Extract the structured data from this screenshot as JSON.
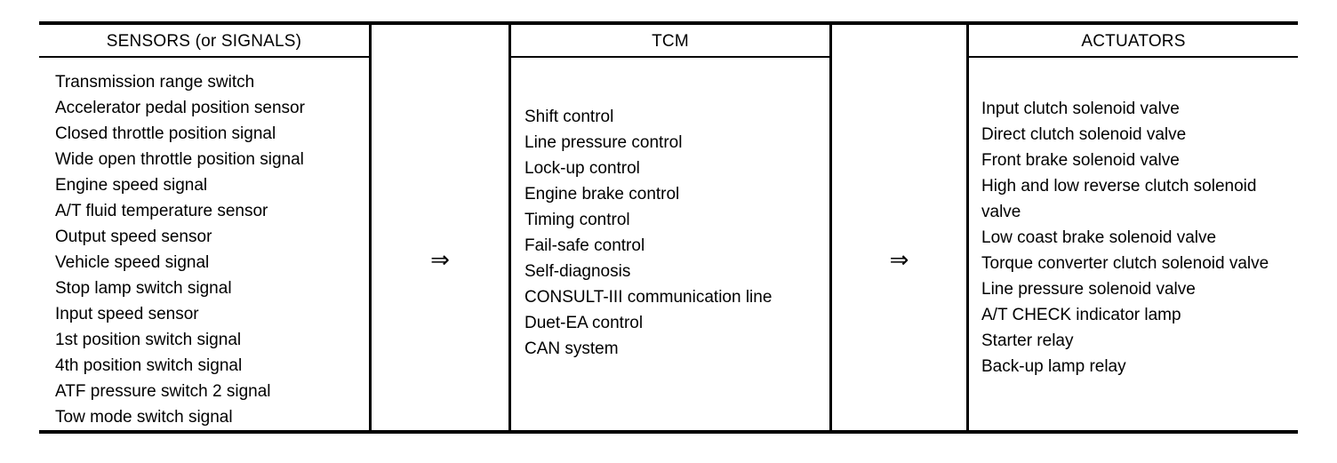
{
  "diagram": {
    "columns": {
      "sensors": {
        "header": "SENSORS (or SIGNALS)",
        "entries": [
          "Transmission range switch",
          "Accelerator pedal position sensor",
          "Closed throttle position signal",
          "Wide open throttle position signal",
          "Engine speed signal",
          "A/T fluid temperature sensor",
          "Output speed sensor",
          "Vehicle speed signal",
          "Stop lamp switch signal",
          "Input speed sensor",
          "1st position switch signal",
          "4th position switch signal",
          "ATF pressure switch 2 signal",
          "Tow mode switch signal"
        ]
      },
      "tcm": {
        "header": "TCM",
        "entries": [
          "Shift control",
          "Line pressure control",
          "Lock-up control",
          "Engine brake control",
          "Timing control",
          "Fail-safe control",
          "Self-diagnosis",
          "CONSULT-III communication line",
          "Duet-EA control",
          "CAN system"
        ]
      },
      "actuators": {
        "header": "ACTUATORS",
        "entries": [
          "Input clutch solenoid valve",
          "Direct clutch solenoid valve",
          "Front brake solenoid valve",
          "High and low reverse clutch sole-noid valve",
          "Low coast brake solenoid valve",
          "Torque converter clutch solenoid valve",
          "Line pressure solenoid valve",
          "A/T CHECK indicator lamp",
          "Starter relay",
          "Back-up lamp relay"
        ]
      }
    },
    "arrows": {
      "first": "⇒",
      "second": "⇒"
    }
  }
}
